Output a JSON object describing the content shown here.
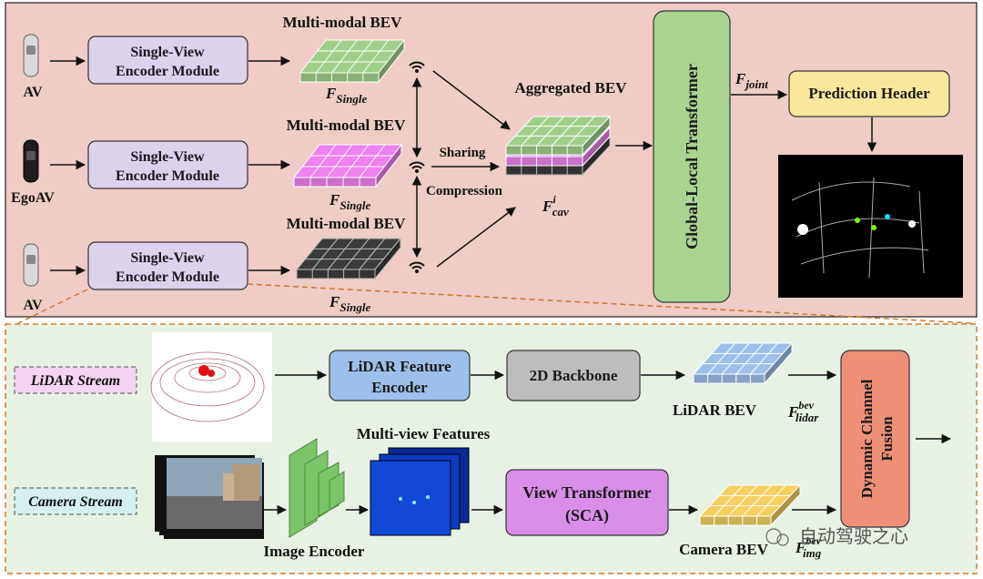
{
  "top": {
    "agents": [
      {
        "label": "AV",
        "encoder": [
          "Single-View",
          "Encoder Module"
        ],
        "bev_title": "Multi-modal BEV",
        "feature": "F",
        "feature_sub": "Single"
      },
      {
        "label": "EgoAV",
        "encoder": [
          "Single-View",
          "Encoder Module"
        ],
        "bev_title": "Multi-modal BEV",
        "feature": "F",
        "feature_sub": "Single"
      },
      {
        "label": "AV",
        "encoder": [
          "Single-View",
          "Encoder Module"
        ],
        "bev_title": "Multi-modal BEV",
        "feature": "F",
        "feature_sub": "Single"
      }
    ],
    "sharing": "Sharing",
    "compression": "Compression",
    "aggregated_title": "Aggregated BEV",
    "cav_feature": "F",
    "cav_sup": "i",
    "cav_sub": "cav",
    "transformer": "Global-Local Transformer",
    "joint_feature": "F",
    "joint_sub": "joint",
    "prediction_header": "Prediction Header"
  },
  "bottom": {
    "lidar_stream": "LiDAR Stream",
    "camera_stream": "Camera Stream",
    "lidar_encoder": [
      "LiDAR Feature",
      "Encoder"
    ],
    "backbone": "2D Backbone",
    "lidar_bev": "LiDAR BEV",
    "lidar_feature": "F",
    "lidar_sup": "bev",
    "lidar_sub": "lidar",
    "multiview_title": "Multi-view Features",
    "image_encoder": "Image Encoder",
    "view_transformer": [
      "View Transformer",
      "(SCA)"
    ],
    "camera_bev": "Camera BEV",
    "img_feature": "F",
    "img_sup": "bev",
    "img_sub": "img",
    "fusion": [
      "Dynamic Channel",
      "Fusion"
    ]
  },
  "watermark": "自动驾驶之心",
  "colors": {
    "top_panel": "#f0ccc6",
    "bottom_panel": "#e8f2e4",
    "encoder_box": "#dcd2ee",
    "green_bev": "#9fd08a",
    "pink_bev": "#ee82ee",
    "black_bev": "#3c3c3c",
    "lidar_bev": "#9cc0ea",
    "camera_bev": "#f5d060",
    "transformer_box": "#a8d490",
    "prediction_box": "#fbe79b",
    "lidar_encoder_box": "#9cc0ea",
    "backbone_box": "#bdbdbd",
    "view_transformer_box": "#d98ee8",
    "fusion_box": "#ee9078",
    "lidar_stream_bg": "#f4d4f0",
    "camera_stream_bg": "#d4f0f0",
    "dashed_orange": "#d27a2a"
  }
}
